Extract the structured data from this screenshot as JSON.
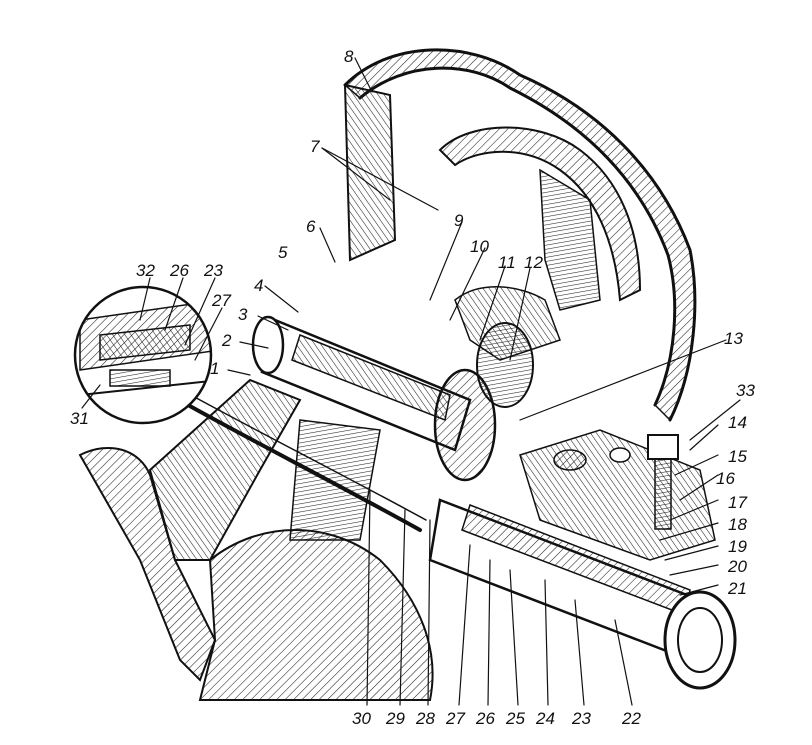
{
  "colors": {
    "ink": "#111111",
    "paper": "#ffffff",
    "shade": "#2a2a2a"
  },
  "callouts": [
    "1",
    "2",
    "3",
    "4",
    "5",
    "6",
    "7",
    "8",
    "9",
    "10",
    "11",
    "12",
    "13",
    "14",
    "15",
    "16",
    "17",
    "18",
    "19",
    "20",
    "21",
    "22",
    "23",
    "24",
    "25",
    "26",
    "27",
    "28",
    "29",
    "30",
    "31",
    "32",
    "33"
  ],
  "inset_callouts": [
    "32",
    "26",
    "23",
    "27",
    "31"
  ],
  "bottom_callouts": [
    "30",
    "29",
    "28",
    "27",
    "26",
    "25",
    "24",
    "23",
    "22"
  ]
}
